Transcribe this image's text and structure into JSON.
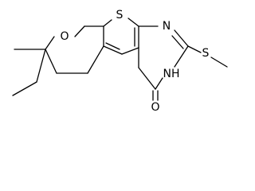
{
  "molecule": {
    "atoms": {
      "ring_oxygen": "O",
      "thiophene_sulfur": "S",
      "pyrimidine_n_upper": "N",
      "pyrimidine_nh": "NH",
      "thioether_sulfur": "S",
      "carbonyl_oxygen": "O"
    },
    "colors": {
      "bond": "#000000",
      "label": "#000000",
      "background": "#ffffff"
    }
  }
}
